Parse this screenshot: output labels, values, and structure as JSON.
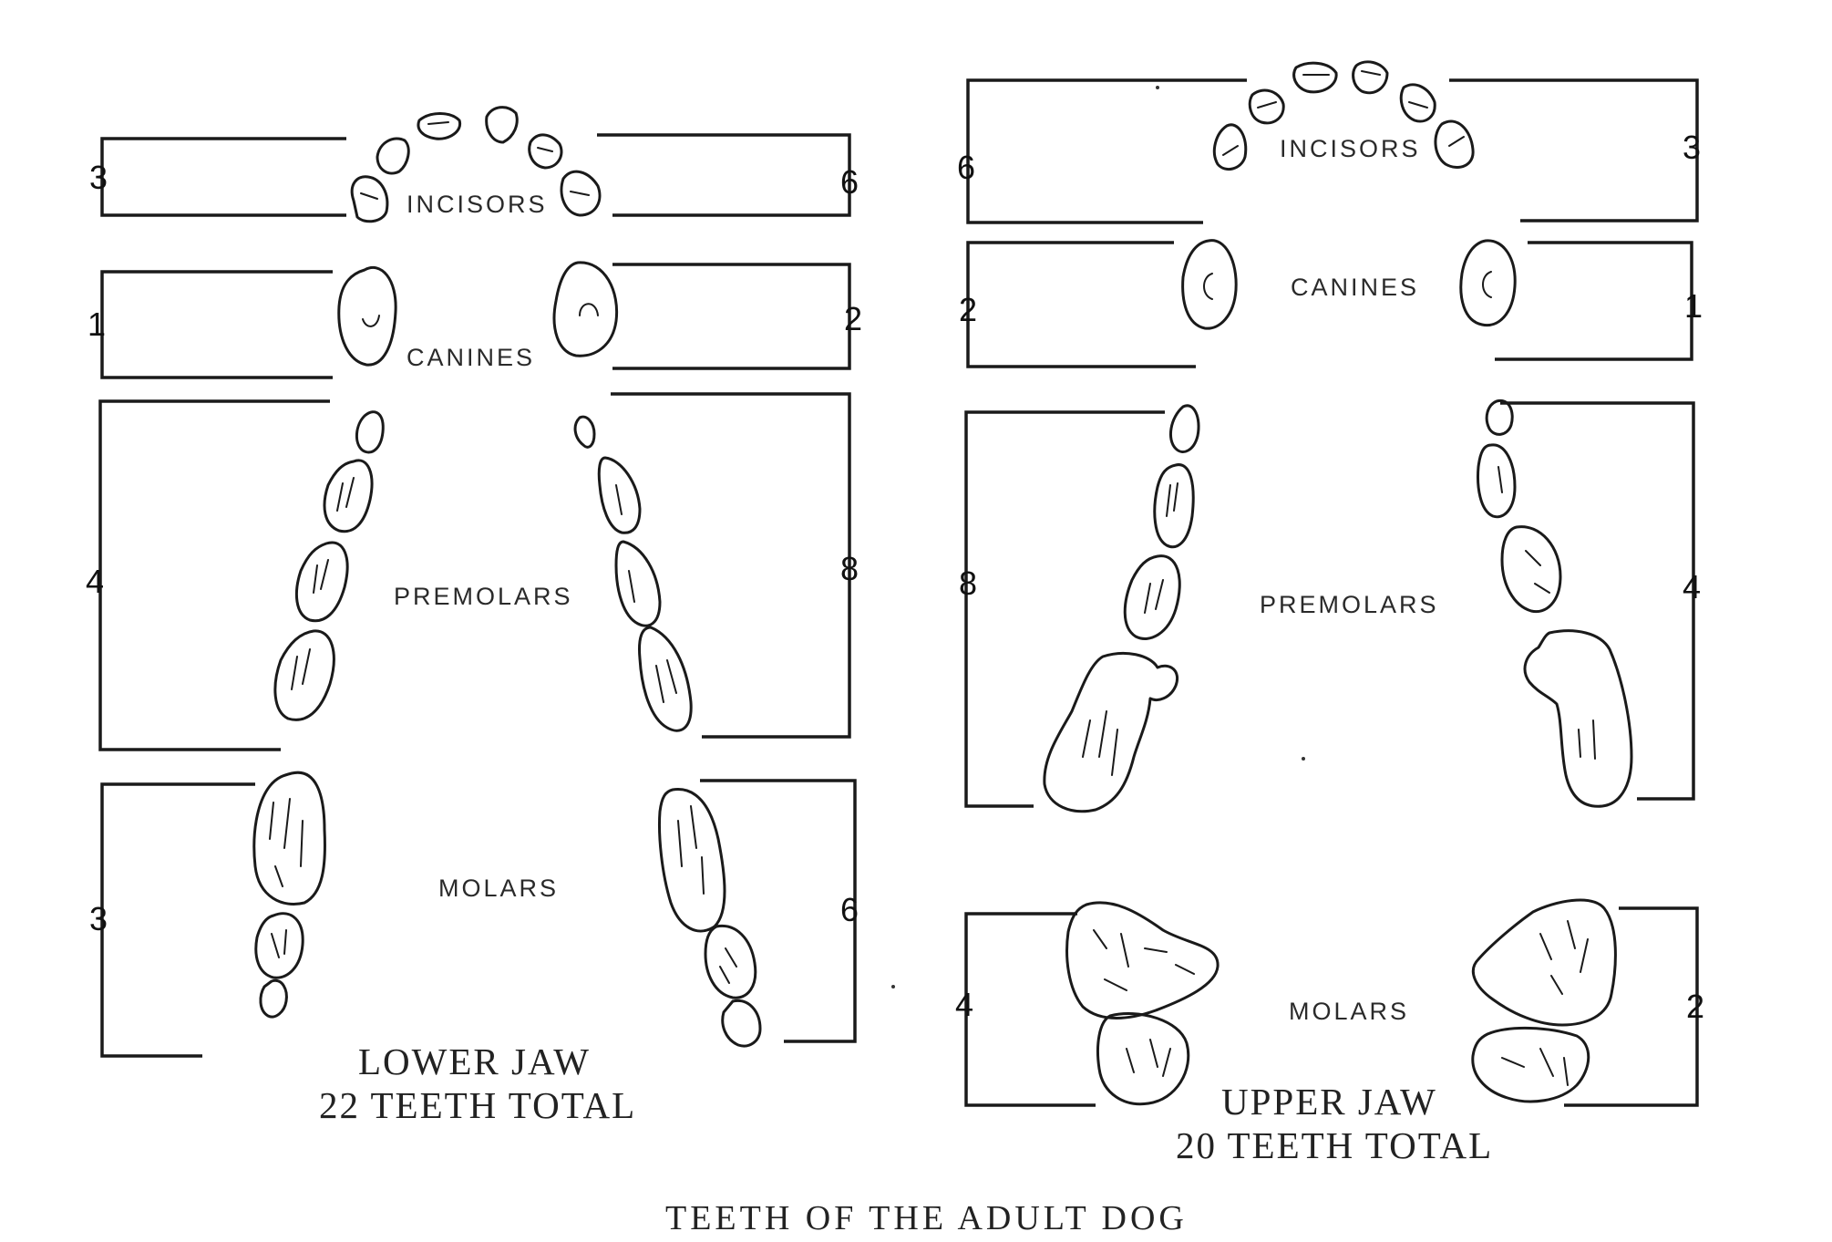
{
  "title": "TEETH OF THE ADULT DOG",
  "lower_jaw": {
    "caption_line1": "LOWER JAW",
    "caption_line2": "22 TEETH TOTAL",
    "labels": {
      "incisors": "INCISORS",
      "canines": "CANINES",
      "premolars": "PREMOLARS",
      "molars": "MOLARS"
    },
    "counts": {
      "incisors_left": "3",
      "incisors_right": "6",
      "canines_left": "1",
      "canines_right": "2",
      "premolars_left": "4",
      "premolars_right": "8",
      "molars_left": "3",
      "molars_right": "6"
    }
  },
  "upper_jaw": {
    "caption_line1": "UPPER JAW",
    "caption_line2": "20 TEETH TOTAL",
    "labels": {
      "incisors": "INCISORS",
      "canines": "CANINES",
      "premolars": "PREMOLARS",
      "molars": "MOLARS"
    },
    "counts": {
      "incisors_left": "6",
      "incisors_right": "3",
      "canines_left": "2",
      "canines_right": "1",
      "premolars_left": "8",
      "premolars_right": "4",
      "molars_left": "4",
      "molars_right": "2"
    }
  }
}
